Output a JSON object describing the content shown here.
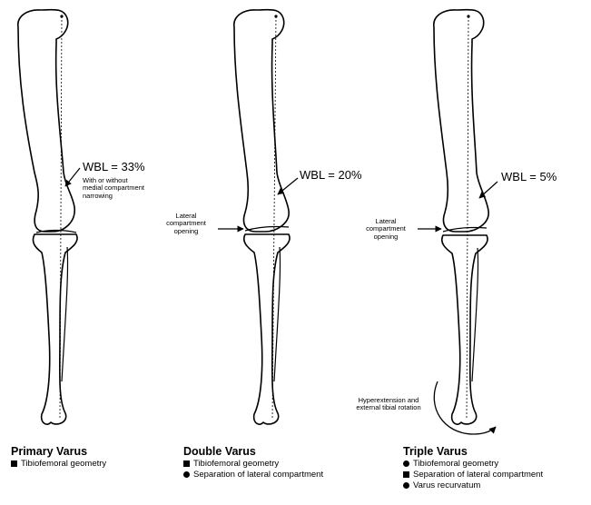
{
  "panels": [
    {
      "wbl": "WBL = 33%",
      "note_lines": [
        "With or without",
        "medial compartment",
        "narrowing"
      ],
      "title": "Primary Varus",
      "legend": [
        {
          "marker": "square",
          "text": "Tibiofemoral geometry"
        }
      ]
    },
    {
      "wbl": "WBL = 20%",
      "side_note_lines": [
        "Lateral",
        "compartment",
        "opening"
      ],
      "title": "Double Varus",
      "legend": [
        {
          "marker": "square",
          "text": "Tibiofemoral geometry"
        },
        {
          "marker": "circle",
          "text": "Separation of lateral compartment"
        }
      ]
    },
    {
      "wbl": "WBL = 5%",
      "side_note_lines": [
        "Lateral",
        "compartment",
        "opening"
      ],
      "bottom_note_lines": [
        "Hyperextension and",
        "external tibial rotation"
      ],
      "title": "Triple Varus",
      "legend": [
        {
          "marker": "circle",
          "text": "Tibiofemoral geometry"
        },
        {
          "marker": "square",
          "text": "Separation of lateral compartment"
        },
        {
          "marker": "circle",
          "text": "Varus recurvatum"
        }
      ]
    }
  ]
}
